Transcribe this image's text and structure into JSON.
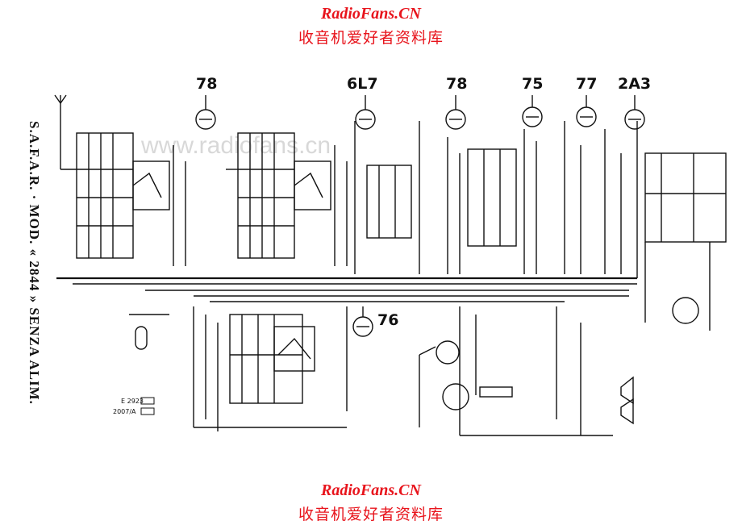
{
  "watermark": {
    "title": "RadioFans.CN",
    "subtitle": "收音机爱好者资料库",
    "center": "www.radiofans.cn"
  },
  "schematic": {
    "side_title_part1": "S.A.F.A.R. · MOD.",
    "side_title_model": "« 2844 »",
    "side_title_part2": "SENZA ALIM.",
    "tubes": [
      "78",
      "6L7",
      "78",
      "75",
      "77",
      "2A3",
      "76"
    ],
    "legend": [
      "E 2923",
      "2007/A"
    ]
  },
  "colors": {
    "watermark": "#e8141c",
    "ink": "#111111",
    "paper": "#ffffff"
  }
}
